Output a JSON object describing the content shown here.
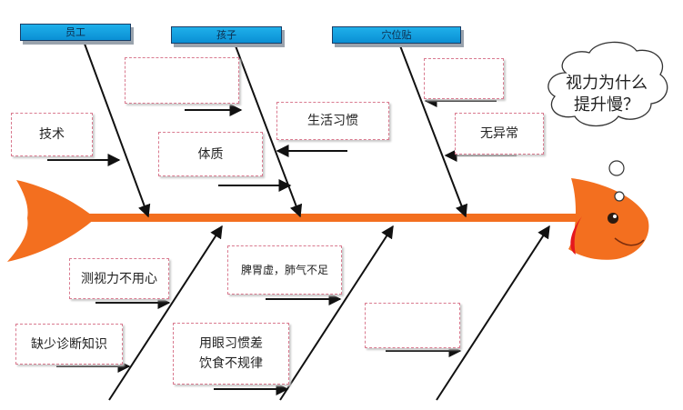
{
  "categories": {
    "staff": "员工",
    "child": "孩子",
    "acupoint": "穴位贴"
  },
  "causes": {
    "technique": "技术",
    "physique": "体质",
    "living_habits": "生活习惯",
    "no_abnormality": "无异常",
    "careless_test": "测视力不用心",
    "spleen_lung": "脾胃虚，肺气不足",
    "lack_knowledge": "缺少诊断知识",
    "eye_habits": "用眼习惯差",
    "irregular_diet": "饮食不规律"
  },
  "question": {
    "line1": "视力为什么",
    "line2": "提升慢？"
  },
  "colors": {
    "fish_orange": "#f36f1f",
    "category_blue": "#1aa7e6",
    "box_border": "#d97a8f"
  }
}
